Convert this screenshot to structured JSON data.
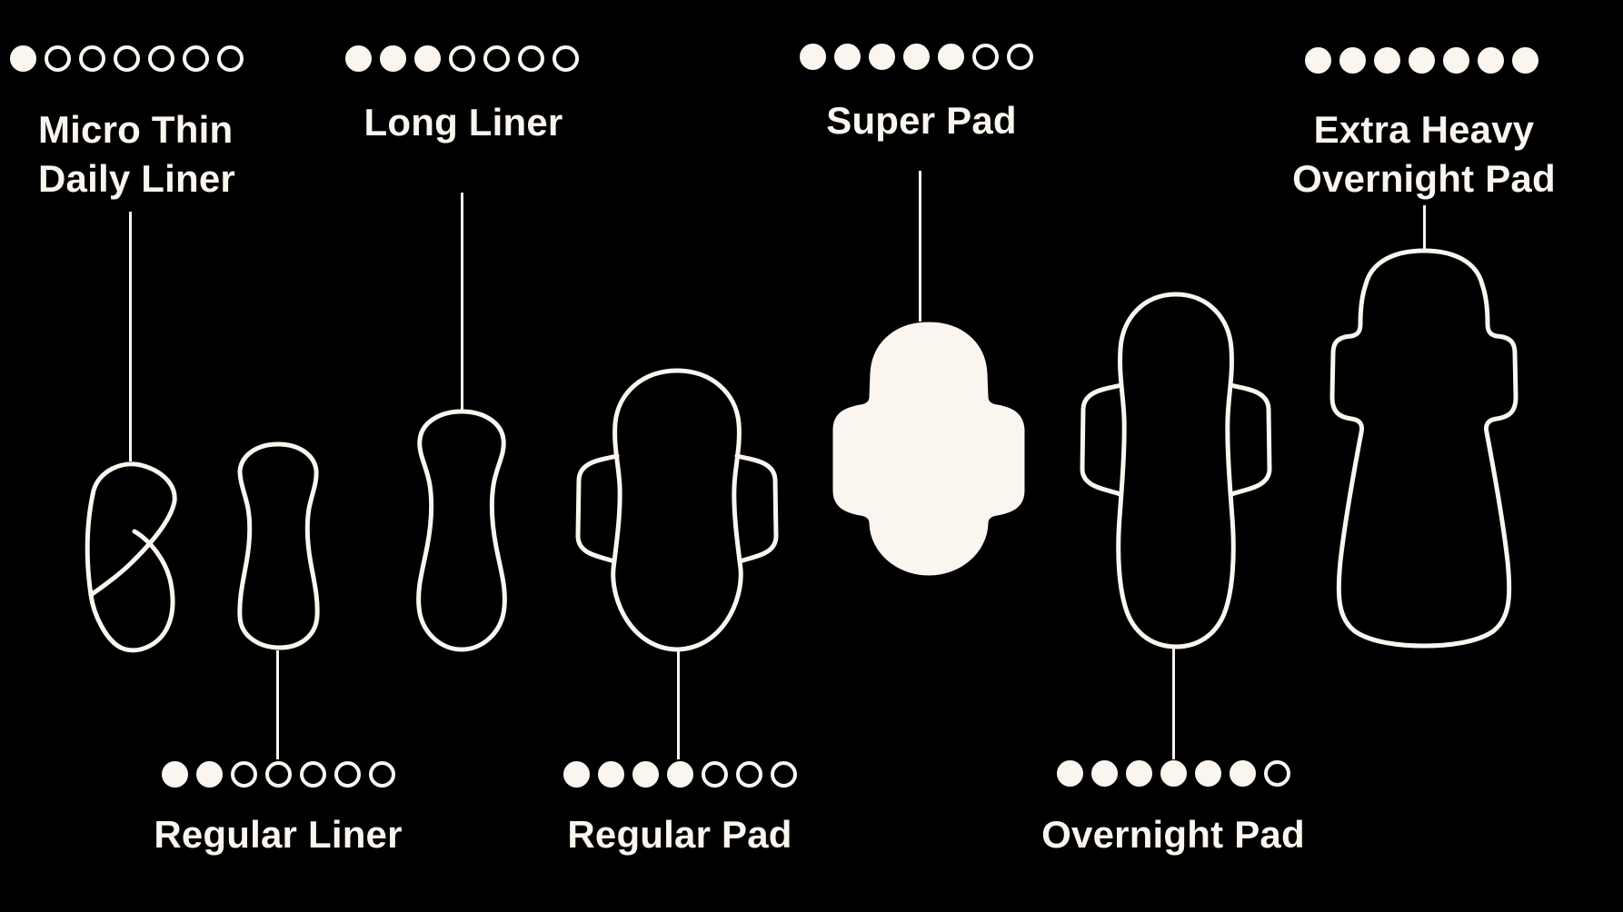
{
  "diagram": {
    "description": "Pad and liner absorbency comparison diagram",
    "colors": {
      "background": "#000000",
      "foreground": "#FAF5EF"
    },
    "scale": {
      "dots_total": 7
    },
    "products": [
      {
        "id": "micro-thin-daily-liner",
        "label_lines": [
          "Micro Thin",
          "Daily Liner"
        ],
        "absorbency": 1,
        "dots_total": 7,
        "label_position": "top",
        "shape": "folded-liner",
        "fill": "outline"
      },
      {
        "id": "regular-liner",
        "label_lines": [
          "Regular Liner"
        ],
        "absorbency": 2,
        "dots_total": 7,
        "label_position": "bottom",
        "shape": "hourglass-liner",
        "fill": "outline"
      },
      {
        "id": "long-liner",
        "label_lines": [
          "Long Liner"
        ],
        "absorbency": 3,
        "dots_total": 7,
        "label_position": "top",
        "shape": "long-hourglass-liner",
        "fill": "outline"
      },
      {
        "id": "regular-pad",
        "label_lines": [
          "Regular Pad"
        ],
        "absorbency": 4,
        "dots_total": 7,
        "label_position": "bottom",
        "shape": "winged-pad",
        "fill": "outline"
      },
      {
        "id": "super-pad",
        "label_lines": [
          "Super Pad"
        ],
        "absorbency": 5,
        "dots_total": 7,
        "label_position": "top",
        "shape": "winged-pad",
        "fill": "solid"
      },
      {
        "id": "overnight-pad",
        "label_lines": [
          "Overnight Pad"
        ],
        "absorbency": 6,
        "dots_total": 7,
        "label_position": "bottom",
        "shape": "long-winged-pad",
        "fill": "outline"
      },
      {
        "id": "extra-heavy-overnight-pad",
        "label_lines": [
          "Extra Heavy",
          "Overnight Pad"
        ],
        "absorbency": 7,
        "dots_total": 7,
        "label_position": "top",
        "shape": "flared-winged-pad",
        "fill": "outline"
      }
    ]
  }
}
